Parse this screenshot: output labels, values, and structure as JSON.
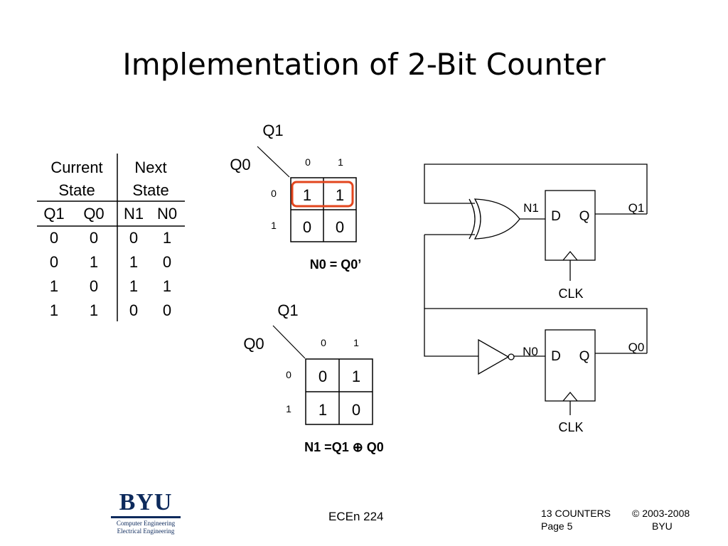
{
  "title": "Implementation of 2-Bit Counter",
  "state_table": {
    "group_headers": [
      {
        "line1": "Current",
        "line2": "State"
      },
      {
        "line1": "Next",
        "line2": "State"
      }
    ],
    "columns": [
      "Q1",
      "Q0",
      "N1",
      "N0"
    ],
    "rows": [
      [
        "0",
        "0",
        "0",
        "1"
      ],
      [
        "0",
        "1",
        "1",
        "0"
      ],
      [
        "1",
        "0",
        "1",
        "1"
      ],
      [
        "1",
        "1",
        "0",
        "0"
      ]
    ]
  },
  "kmap_n0": {
    "col_var": "Q1",
    "row_var": "Q0",
    "col_headers": [
      "0",
      "1"
    ],
    "row_headers": [
      "0",
      "1"
    ],
    "cells": [
      [
        "1",
        "1"
      ],
      [
        "0",
        "0"
      ]
    ],
    "equation": "N0 = Q0’"
  },
  "kmap_n1": {
    "col_var": "Q1",
    "row_var": "Q0",
    "col_headers": [
      "0",
      "1"
    ],
    "row_headers": [
      "0",
      "1"
    ],
    "cells": [
      [
        "0",
        "1"
      ],
      [
        "1",
        "0"
      ]
    ],
    "equation": "N1 =Q1 ⊕ Q0"
  },
  "circuit": {
    "top": {
      "d": "D",
      "q": "Q",
      "input": "N1",
      "output": "Q1",
      "clk": "CLK"
    },
    "bottom": {
      "d": "D",
      "q": "Q",
      "input": "N0",
      "output": "Q0",
      "clk": "CLK"
    }
  },
  "footer": {
    "logo_text": "BYU",
    "logo_line1": "Computer Engineering",
    "logo_line2": "Electrical Engineering",
    "course": "ECEn 224",
    "chapter": "13 COUNTERS",
    "page": "Page 5",
    "copyright": "© 2003-2008",
    "org": "BYU"
  },
  "colors": {
    "loop_highlight": "#e2461e",
    "logo": "#0d2a5c"
  }
}
